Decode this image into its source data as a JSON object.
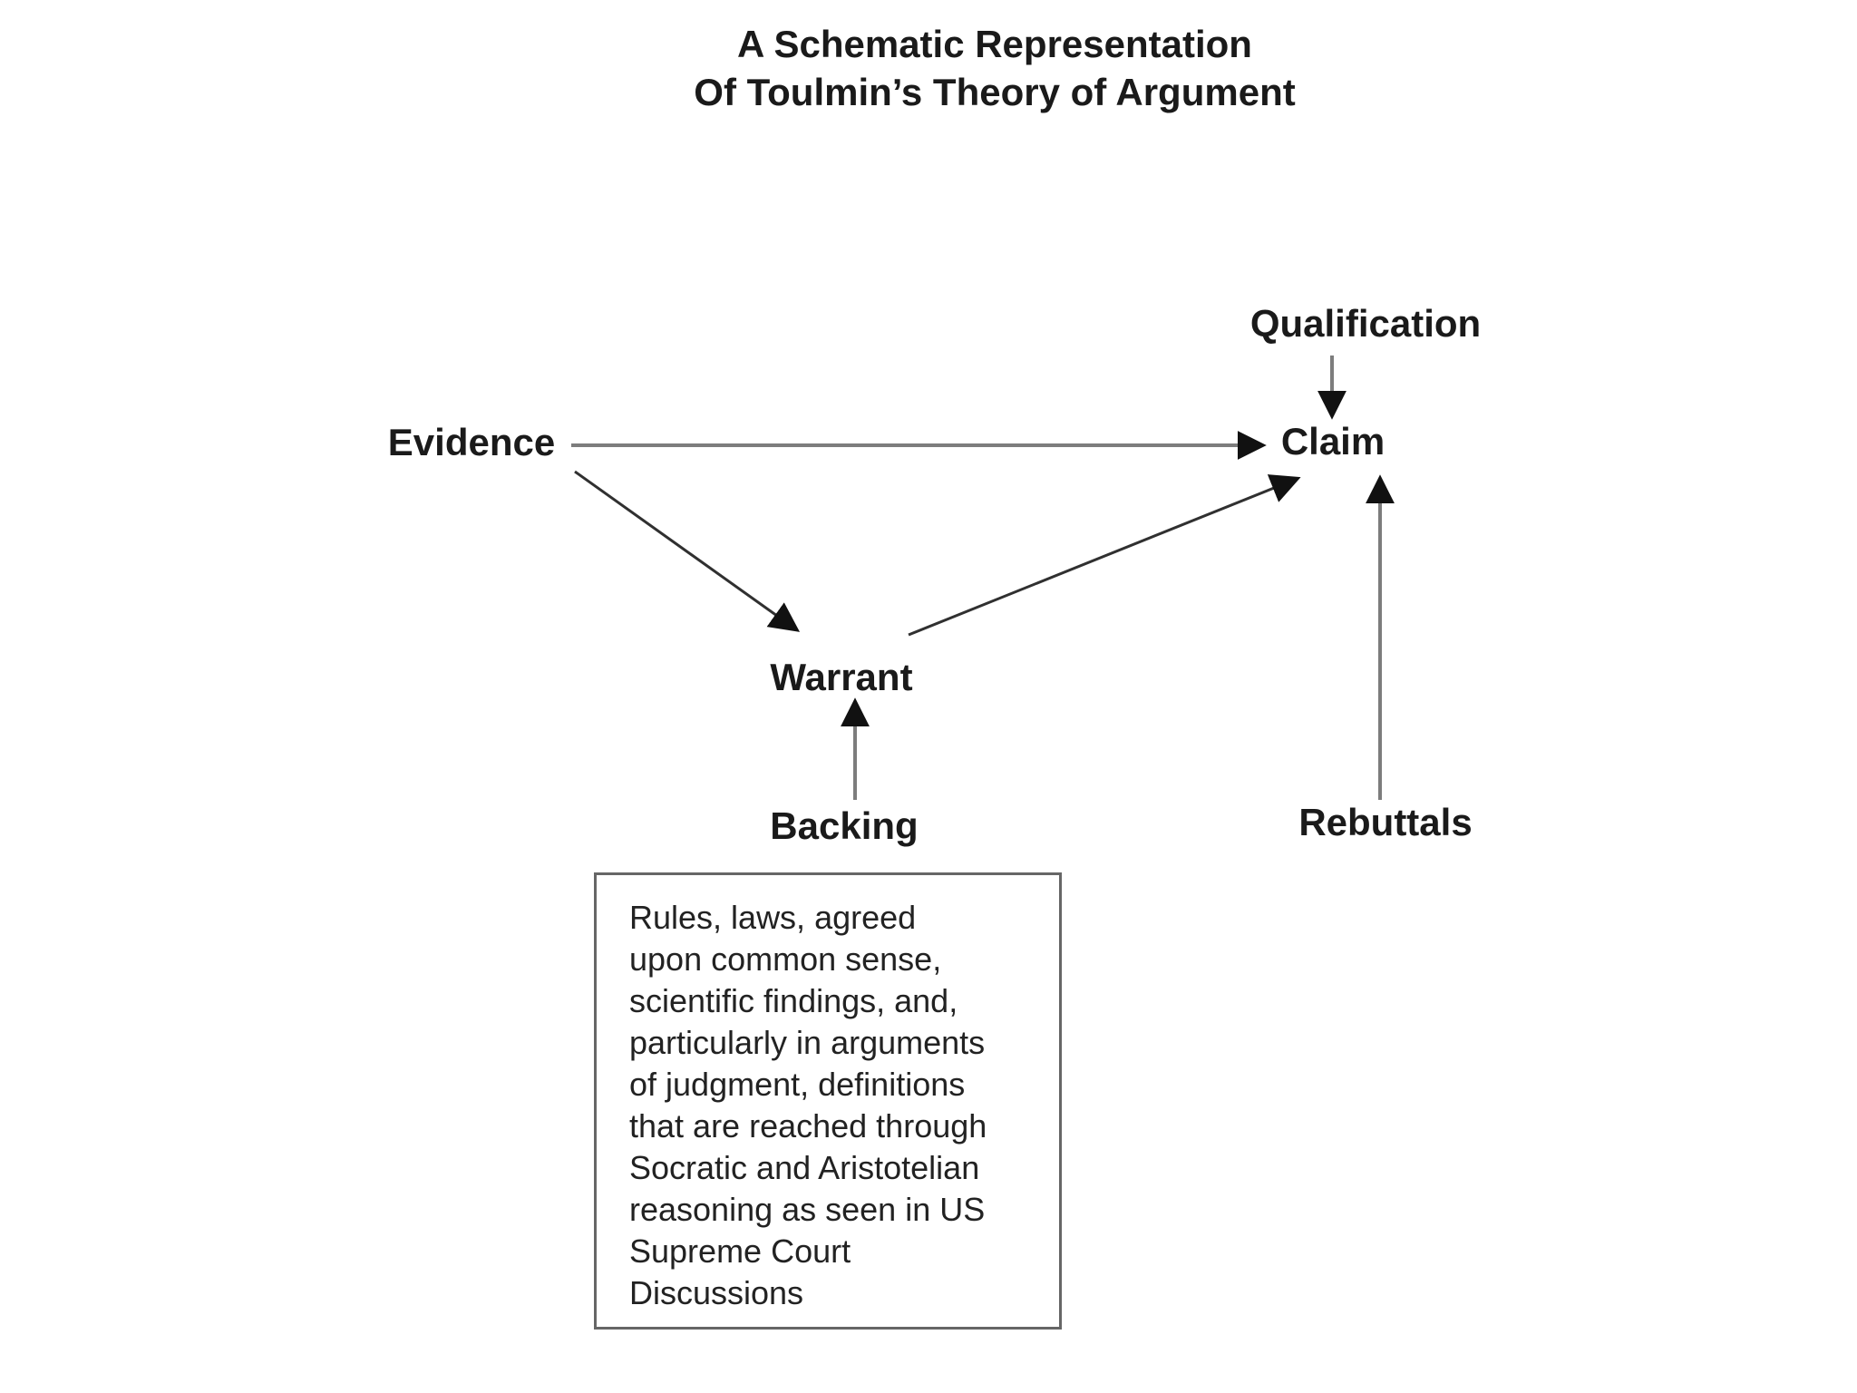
{
  "title": {
    "line1": "A Schematic Representation",
    "line2": "Of Toulmin’s Theory of Argument"
  },
  "nodes": {
    "evidence": {
      "label": "Evidence"
    },
    "claim": {
      "label": "Claim"
    },
    "qualification": {
      "label": "Qualification"
    },
    "warrant": {
      "label": "Warrant"
    },
    "backing": {
      "label": "Backing"
    },
    "rebuttals": {
      "label": "Rebuttals"
    }
  },
  "edges": [
    {
      "from": "Evidence",
      "to": "Claim",
      "style": "horizontal-gray-arrow"
    },
    {
      "from": "Qualification",
      "to": "Claim",
      "style": "vertical-gray-arrow"
    },
    {
      "from": "Evidence",
      "to": "Warrant",
      "style": "diagonal-dark-arrow"
    },
    {
      "from": "Warrant",
      "to": "Claim",
      "style": "diagonal-dark-arrow"
    },
    {
      "from": "Backing",
      "to": "Warrant",
      "style": "vertical-gray-arrow"
    },
    {
      "from": "Rebuttals",
      "to": "Claim",
      "style": "vertical-gray-arrow"
    }
  ],
  "backing_box": {
    "lines": [
      "Rules, laws, agreed",
      "upon common sense,",
      "scientific findings, and,",
      "particularly in arguments",
      "of judgment, definitions",
      "that are reached through",
      "Socratic and Aristotelian",
      "reasoning as seen in US",
      "Supreme Court",
      "Discussions"
    ]
  },
  "colors": {
    "background": "#ffffff",
    "text": "#1a1a1a",
    "line_gray": "#7d7d7d",
    "line_dark": "#303030",
    "arrowhead": "#111111",
    "box_border": "#666666"
  }
}
